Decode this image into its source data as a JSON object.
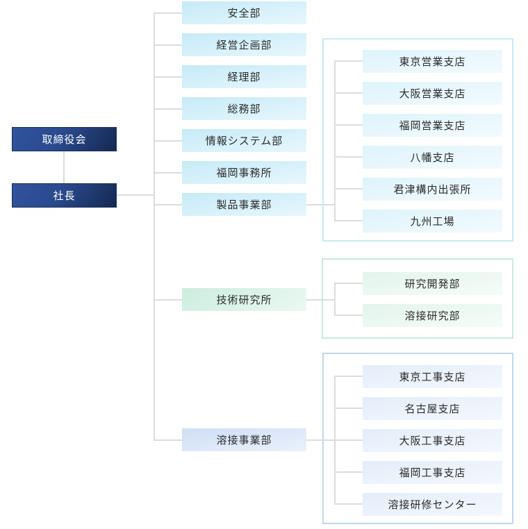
{
  "chart": {
    "title": "organization-chart",
    "board": "取締役会",
    "president": "社長",
    "departments": [
      {
        "label": "安全部"
      },
      {
        "label": "経営企画部"
      },
      {
        "label": "経理部"
      },
      {
        "label": "総務部"
      },
      {
        "label": "情報システム部"
      },
      {
        "label": "福岡事務所"
      },
      {
        "label": "製品事業部"
      },
      {
        "label": "技術研究所"
      },
      {
        "label": "溶接事業部"
      }
    ],
    "groups": [
      {
        "parent": "製品事業部",
        "children": [
          "東京営業支店",
          "大阪営業支店",
          "福岡営業支店",
          "八幡支店",
          "君津構内出張所",
          "九州工場"
        ]
      },
      {
        "parent": "技術研究所",
        "children": [
          "研究開発部",
          "溶接研究部"
        ]
      },
      {
        "parent": "溶接事業部",
        "children": [
          "東京工事支店",
          "名古屋支店",
          "大阪工事支店",
          "福岡工事支店",
          "溶接研修センター"
        ]
      }
    ]
  },
  "colors": {
    "navy-a": "#30539b",
    "navy-b": "#152850",
    "cyan-a": "#c5eaf8",
    "cyan-b": "#e8f7fd",
    "cyan-light-a": "#def3fb",
    "cyan-light-b": "#f3fbfe",
    "green-a": "#cbedde",
    "green-b": "#ecf8f2",
    "green-light-a": "#e3f4ec",
    "green-light-b": "#f6fcf9",
    "peri-a": "#cfdef6",
    "peri-b": "#eaf1fb",
    "peri-light-a": "#e3edfa",
    "peri-light-b": "#f4f8fd",
    "border-cyan": "#c8e9f6",
    "border-green": "#c9ecdd",
    "border-peri": "#c0d6ef",
    "line": "#dcdcdc",
    "text-dark": "#2b2b2b",
    "text-light": "#ffffff"
  }
}
